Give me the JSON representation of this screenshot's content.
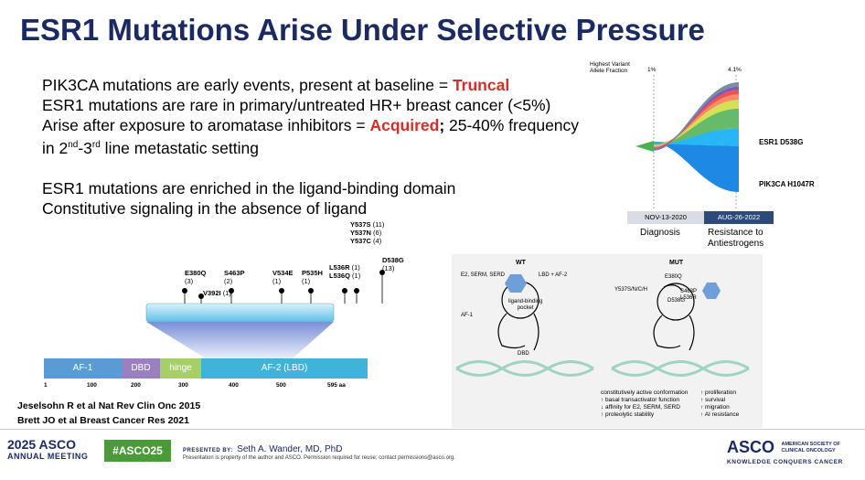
{
  "title": "ESR1 Mutations Arise Under Selective Pressure",
  "bullets": {
    "l1_pre": "PIK3CA mutations are early events, present at baseline = ",
    "l1_red": "Truncal",
    "l2": "ESR1 mutations are rare in primary/untreated HR+ breast cancer (<5%)",
    "l3_pre": "Arise after exposure to aromatase inhibitors = ",
    "l3_red": "Acquired",
    "l3_bold": ";",
    "l3_post": " 25-40% frequency",
    "l4_a": "in 2",
    "l4_sup1": "nd",
    "l4_b": "-3",
    "l4_sup2": "rd",
    "l4_c": " line metastatic setting",
    "l5": "ESR1 mutations are enriched in the ligand-binding domain",
    "l6": "Constitutive signaling in the absence of ligand"
  },
  "clonal": {
    "axis_title_1": "Highest Variant",
    "axis_title_2": "Allele Fraction",
    "vaf_start": "1%",
    "vaf_end": "4.1%",
    "label_esr1": "ESR1 D538G",
    "label_pik3ca": "PIK3CA H1047R",
    "date1": "NOV-13-2020",
    "date2": "AUG-26-2022",
    "x1": "Diagnosis",
    "x2a": "Resistance to",
    "x2b": "Antiestrogens",
    "colors": [
      "#1e88e5",
      "#29b6f6",
      "#66bb6a",
      "#d4e157",
      "#ff8a65",
      "#ef5350",
      "#7e57c2",
      "#78909c"
    ]
  },
  "mutations": [
    {
      "name": "E380Q",
      "count": "(3)"
    },
    {
      "name": "V392I",
      "count": "(1)"
    },
    {
      "name": "S463P",
      "count": "(2)"
    },
    {
      "name": "V534E",
      "count": "(1)"
    },
    {
      "name": "P535H",
      "count": "(1)"
    },
    {
      "name": "L536R",
      "count": "(1)"
    },
    {
      "name": "L536Q",
      "count": "(1)"
    },
    {
      "name": "Y537S",
      "count": "(11)"
    },
    {
      "name": "Y537N",
      "count": "(6)"
    },
    {
      "name": "Y537C",
      "count": "(4)"
    },
    {
      "name": "D538G",
      "count": "(13)"
    }
  ],
  "domains": {
    "af1": "AF-1",
    "dbd": "DBD",
    "hinge": "hinge",
    "af2": "AF-2 (LBD)",
    "colors": {
      "af1": "#5b9bd5",
      "dbd": "#9a7fc1",
      "hinge": "#a6cf6a",
      "af2": "#3fb3d8"
    }
  },
  "ticks": [
    "1",
    "100",
    "200",
    "300",
    "400",
    "500",
    "595 aa"
  ],
  "refs": [
    "Jeselsohn R et al Nat Rev Clin Onc 2015",
    "Brett JO et al Breast Cancer Res 2021"
  ],
  "receptor": {
    "wt": "WT",
    "mut": "MUT",
    "ligands": "E2, SERM, SERD",
    "lbd_af2": "LBD + AF-2",
    "pocket_1": "ligand-binding",
    "pocket_2": "pocket",
    "af1": "AF-1",
    "dbd": "DBD",
    "m_e380q": "E380Q",
    "m_y537": "Y537S/N/C/H",
    "m_s463p": "S463P",
    "m_l536r": "L536R",
    "m_d538g": "D538G",
    "cap_left": [
      "constitutively active conformation",
      "↑ basal transactivator function",
      "↓ affinity for E2, SERM, SERD",
      "↑ proteolytic stability"
    ],
    "cap_right": [
      "↑ proliferation",
      "↑ survival",
      "↑ migration",
      "↑ AI resistance"
    ]
  },
  "footer": {
    "year": "2025",
    "asco": "ASCO",
    "annual": "ANNUAL MEETING",
    "hashtag": "#ASCO25",
    "presented_by": "PRESENTED BY:",
    "presenter": "Seth A. Wander, MD, PhD",
    "disclaimer": "Presentation is property of the author and ASCO. Permission required for reuse; contact permissions@asco.org.",
    "asco_right": "ASCO",
    "society_1": "AMERICAN SOCIETY OF",
    "society_2": "CLINICAL ONCOLOGY",
    "tagline": "KNOWLEDGE CONQUERS CANCER"
  }
}
